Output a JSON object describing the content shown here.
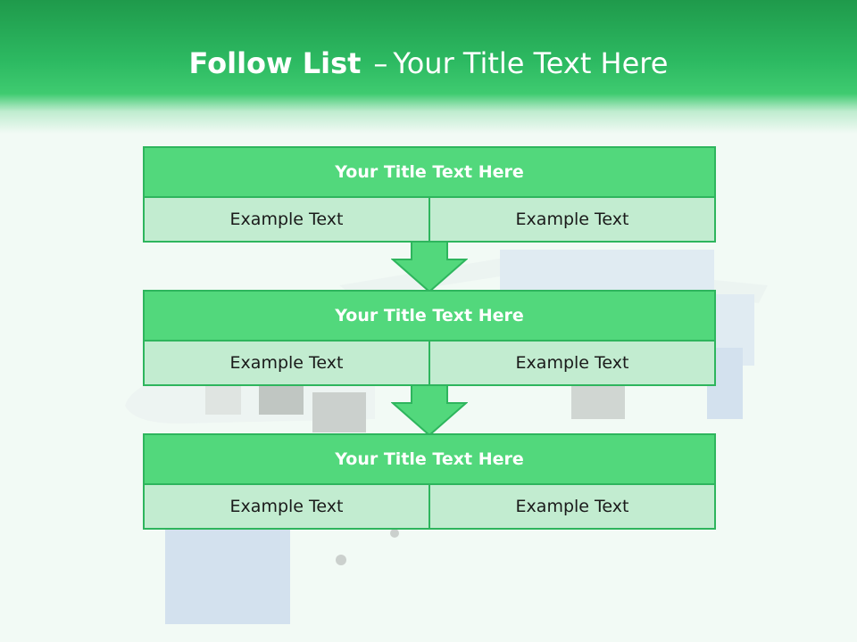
{
  "header": {
    "title_bold": "Follow List",
    "title_dash": "–",
    "title_rest": "Your Title Text Here"
  },
  "blocks": [
    {
      "title": "Your Title Text Here",
      "cells": [
        "Example Text",
        "Example Text"
      ]
    },
    {
      "title": "Your Title Text Here",
      "cells": [
        "Example Text",
        "Example Text"
      ]
    },
    {
      "title": "Your Title Text Here",
      "cells": [
        "Example Text",
        "Example Text"
      ]
    }
  ],
  "colors": {
    "header_green": "#2dba62",
    "title_fill": "#52d87c",
    "row_fill": "#c2ecd0",
    "border": "#2eb55d",
    "arrow": "#52d87c"
  },
  "icons": [
    "down-arrow-icon"
  ]
}
